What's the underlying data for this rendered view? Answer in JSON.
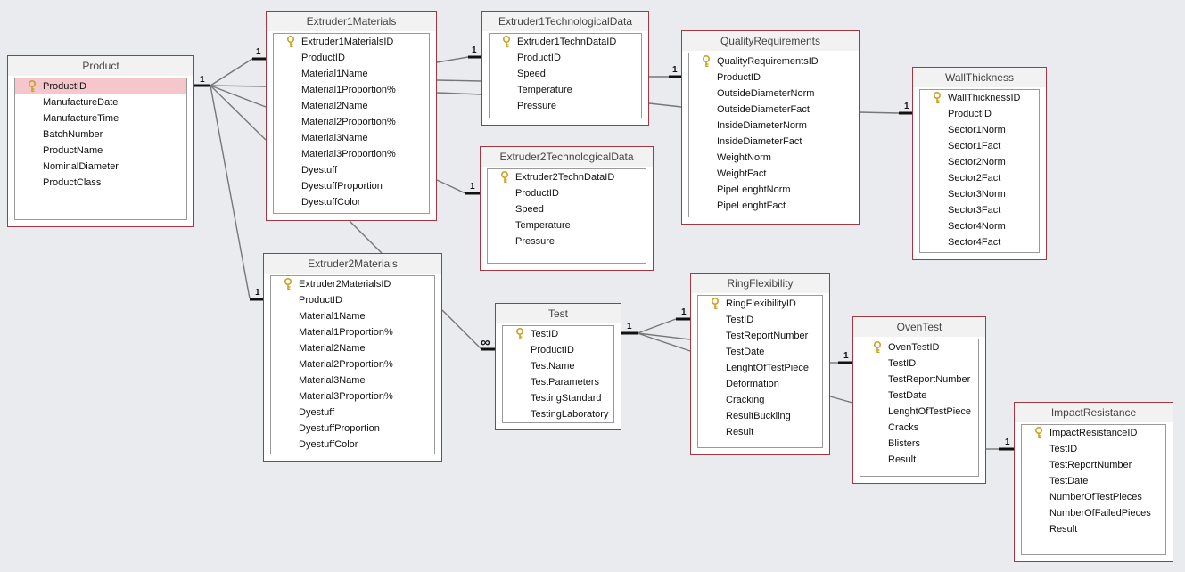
{
  "tables": {
    "product": {
      "title": "Product",
      "fields": [
        "ProductID",
        "ManufactureDate",
        "ManufactureTime",
        "BatchNumber",
        "ProductName",
        "NominalDiameter",
        "ProductClass"
      ]
    },
    "extruder1_materials": {
      "title": "Extruder1Materials",
      "fields": [
        "Extruder1MaterialsID",
        "ProductID",
        "Material1Name",
        "Material1Proportion%",
        "Material2Name",
        "Material2Proportion%",
        "Material3Name",
        "Material3Proportion%",
        "Dyestuff",
        "DyestuffProportion",
        "DyestuffColor"
      ]
    },
    "extruder1_tech": {
      "title": "Extruder1TechnologicalData",
      "fields": [
        "Extruder1TechnDataID",
        "ProductID",
        "Speed",
        "Temperature",
        "Pressure"
      ]
    },
    "quality": {
      "title": "QualityRequirements",
      "fields": [
        "QualityRequirementsID",
        "ProductID",
        "OutsideDiameterNorm",
        "OutsideDiameterFact",
        "InsideDiameterNorm",
        "InsideDiameterFact",
        "WeightNorm",
        "WeightFact",
        "PipeLenghtNorm",
        "PipeLenghtFact"
      ]
    },
    "wall": {
      "title": "WallThickness",
      "fields": [
        "WallThicknessID",
        "ProductID",
        "Sector1Norm",
        "Sector1Fact",
        "Sector2Norm",
        "Sector2Fact",
        "Sector3Norm",
        "Sector3Fact",
        "Sector4Norm",
        "Sector4Fact"
      ]
    },
    "extruder2_tech": {
      "title": "Extruder2TechnologicalData",
      "fields": [
        "Extruder2TechnDataID",
        "ProductID",
        "Speed",
        "Temperature",
        "Pressure"
      ]
    },
    "extruder2_materials": {
      "title": "Extruder2Materials",
      "fields": [
        "Extruder2MaterialsID",
        "ProductID",
        "Material1Name",
        "Material1Proportion%",
        "Material2Name",
        "Material2Proportion%",
        "Material3Name",
        "Material3Proportion%",
        "Dyestuff",
        "DyestuffProportion",
        "DyestuffColor"
      ]
    },
    "test": {
      "title": "Test",
      "fields": [
        "TestID",
        "ProductID",
        "TestName",
        "TestParameters",
        "TestingStandard",
        "TestingLaboratory"
      ]
    },
    "ring": {
      "title": "RingFlexibility",
      "fields": [
        "RingFlexibilityID",
        "TestID",
        "TestReportNumber",
        "TestDate",
        "LenghtOfTestPiece",
        "Deformation",
        "Cracking",
        "ResultBuckling",
        "Result"
      ]
    },
    "oven": {
      "title": "OvenTest",
      "fields": [
        "OvenTestID",
        "TestID",
        "TestReportNumber",
        "TestDate",
        "LenghtOfTestPiece",
        "Cracks",
        "Blisters",
        "Result"
      ]
    },
    "impact": {
      "title": "ImpactResistance",
      "fields": [
        "ImpactResistanceID",
        "TestID",
        "TestReportNumber",
        "TestDate",
        "NumberOfTestPieces",
        "NumberOfFailedPieces",
        "Result"
      ]
    }
  },
  "cardinality": {
    "one": "1",
    "many": "∞"
  },
  "colors": {
    "border": "#a33845",
    "line": "#707070",
    "selected_row": "#f5c6cb",
    "key": "#c9a227"
  },
  "selected_field": "ProductID"
}
